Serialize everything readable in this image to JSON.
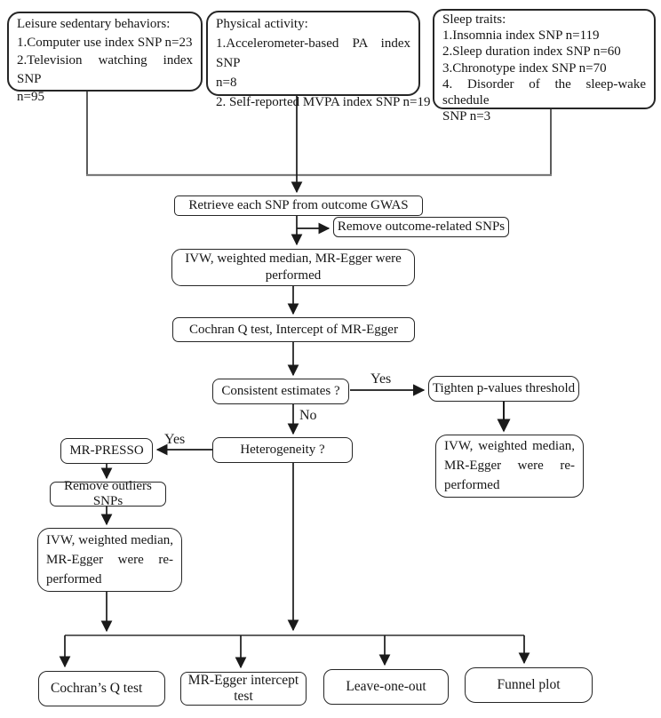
{
  "diagram_title": "MR study design flowchart",
  "colors": {
    "background": "#ffffff",
    "box_border": "#262626",
    "connector": "#1f1f1f",
    "connector_gray": "#7a7a7a",
    "text": "#161616"
  },
  "exposure_boxes": {
    "leisure": {
      "lines": [
        "Leisure sedentary behaviors:",
        "1.Computer use index SNP n=23",
        "2.Television watching index SNP",
        "n=95"
      ]
    },
    "physical": {
      "lines": [
        "Physical activity:",
        "1.Accelerometer-based PA index SNP",
        "n=8",
        "2. Self-reported MVPA index SNP n=19"
      ]
    },
    "sleep": {
      "lines": [
        "Sleep traits:",
        "1.Insomnia index SNP n=119",
        "2.Sleep duration index SNP n=60",
        "3.Chronotype index SNP n=70",
        "4. Disorder of the sleep-wake schedule",
        "SNP n=3"
      ]
    }
  },
  "process_boxes": {
    "retrieve": "Retrieve each SNP from outcome GWAS",
    "remove_outcome": "Remove outcome-related SNPs",
    "ivw_performed": {
      "lines": [
        "IVW, weighted median, MR-Egger were",
        "performed"
      ]
    },
    "cochran_intercept": "Cochran Q test, Intercept of MR-Egger",
    "consistent": "Consistent estimates ?",
    "tighten": "Tighten p-values threshold",
    "ivw_reperformed_right": {
      "lines": [
        "IVW, weighted median,",
        "MR-Egger were re-",
        "performed"
      ]
    },
    "heterogeneity": "Heterogeneity ?",
    "mr_presso": "MR-PRESSO",
    "remove_outliers": "Remove outliers SNPs",
    "ivw_reperformed_left": {
      "lines": [
        "IVW, weighted median,",
        "MR-Egger were re-",
        "performed"
      ]
    }
  },
  "sensitivity_boxes": {
    "cochrans_q": "Cochran’s Q test",
    "mr_egger_intercept": "MR-Egger intercept test",
    "leave_one_out": "Leave-one-out",
    "funnel_plot": "Funnel plot"
  },
  "edge_labels": {
    "yes_to_tighten": "Yes",
    "no_to_heterogeneity": "No",
    "yes_to_presso": "Yes"
  }
}
